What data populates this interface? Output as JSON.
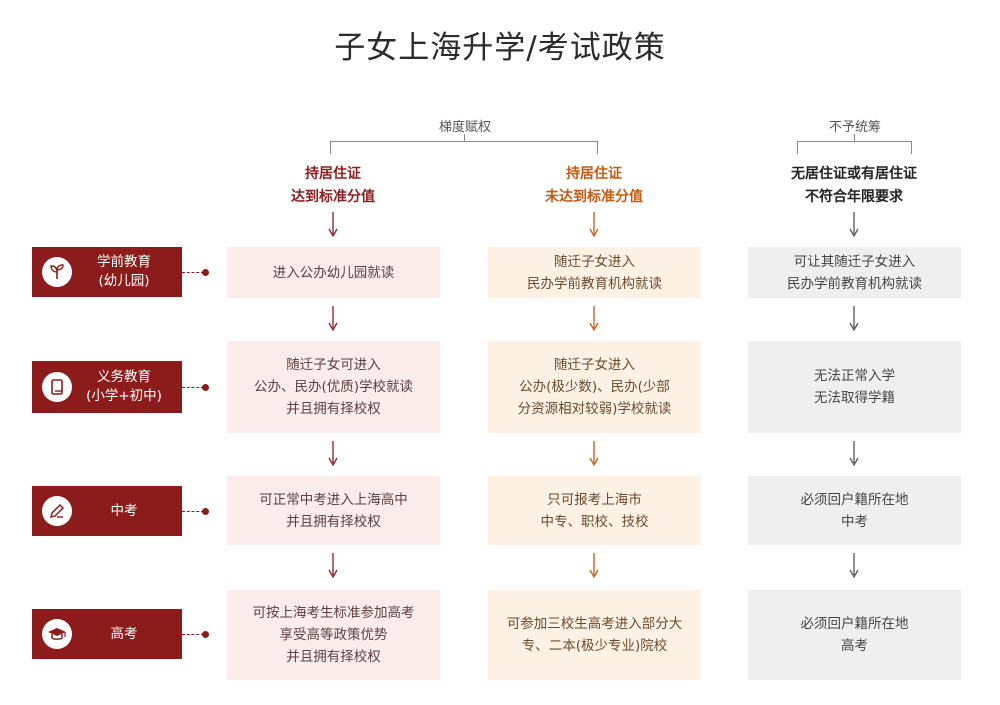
{
  "title": "子女上海升学/考试政策",
  "brackets": {
    "left_label": "梯度赋权",
    "right_label": "不予统筹"
  },
  "columns": [
    {
      "heading_line1": "持居住证",
      "heading_line2": "达到标准分值"
    },
    {
      "heading_line1": "持居住证",
      "heading_line2": "未达到标准分值"
    },
    {
      "heading_line1": "无居住证或有居住证",
      "heading_line2": "不符合年限要求"
    }
  ],
  "stages": [
    {
      "label_line1": "学前教育",
      "label_line2": "(幼儿园)",
      "icon": "sprout-icon",
      "cells": [
        {
          "lines": [
            "进入公办幼儿园就读"
          ]
        },
        {
          "lines": [
            "随迁子女进入",
            "民办学前教育机构就读"
          ]
        },
        {
          "lines": [
            "可让其随迁子女进入",
            "民办学前教育机构就读"
          ]
        }
      ]
    },
    {
      "label_line1": "义务教育",
      "label_line2": "(小学+初中)",
      "icon": "book-icon",
      "cells": [
        {
          "lines": [
            "随迁子女可进入",
            "公办、民办(优质)学校就读",
            "并且拥有择校权"
          ]
        },
        {
          "lines": [
            "随迁子女进入",
            "公办(极少数)、民办(少部",
            "分资源相对较弱)学校就读"
          ]
        },
        {
          "lines": [
            "无法正常入学",
            "无法取得学籍"
          ]
        }
      ]
    },
    {
      "label_line1": "中考",
      "label_line2": "",
      "icon": "pencil-icon",
      "cells": [
        {
          "lines": [
            "可正常中考进入上海高中",
            "并且拥有择校权"
          ]
        },
        {
          "lines": [
            "只可报考上海市",
            "中专、职校、技校"
          ]
        },
        {
          "lines": [
            "必须回户籍所在地",
            "中考"
          ]
        }
      ]
    },
    {
      "label_line1": "高考",
      "label_line2": "",
      "icon": "graduation-cap-icon",
      "cells": [
        {
          "lines": [
            "可按上海考生标准参加高考",
            "享受高等政策优势",
            "并且拥有择校权"
          ]
        },
        {
          "lines": [
            "可参加三校生高考进入部分大",
            "专、二本(极少专业)院校"
          ]
        },
        {
          "lines": [
            "必须回户籍所在地",
            "高考"
          ]
        }
      ]
    }
  ]
}
